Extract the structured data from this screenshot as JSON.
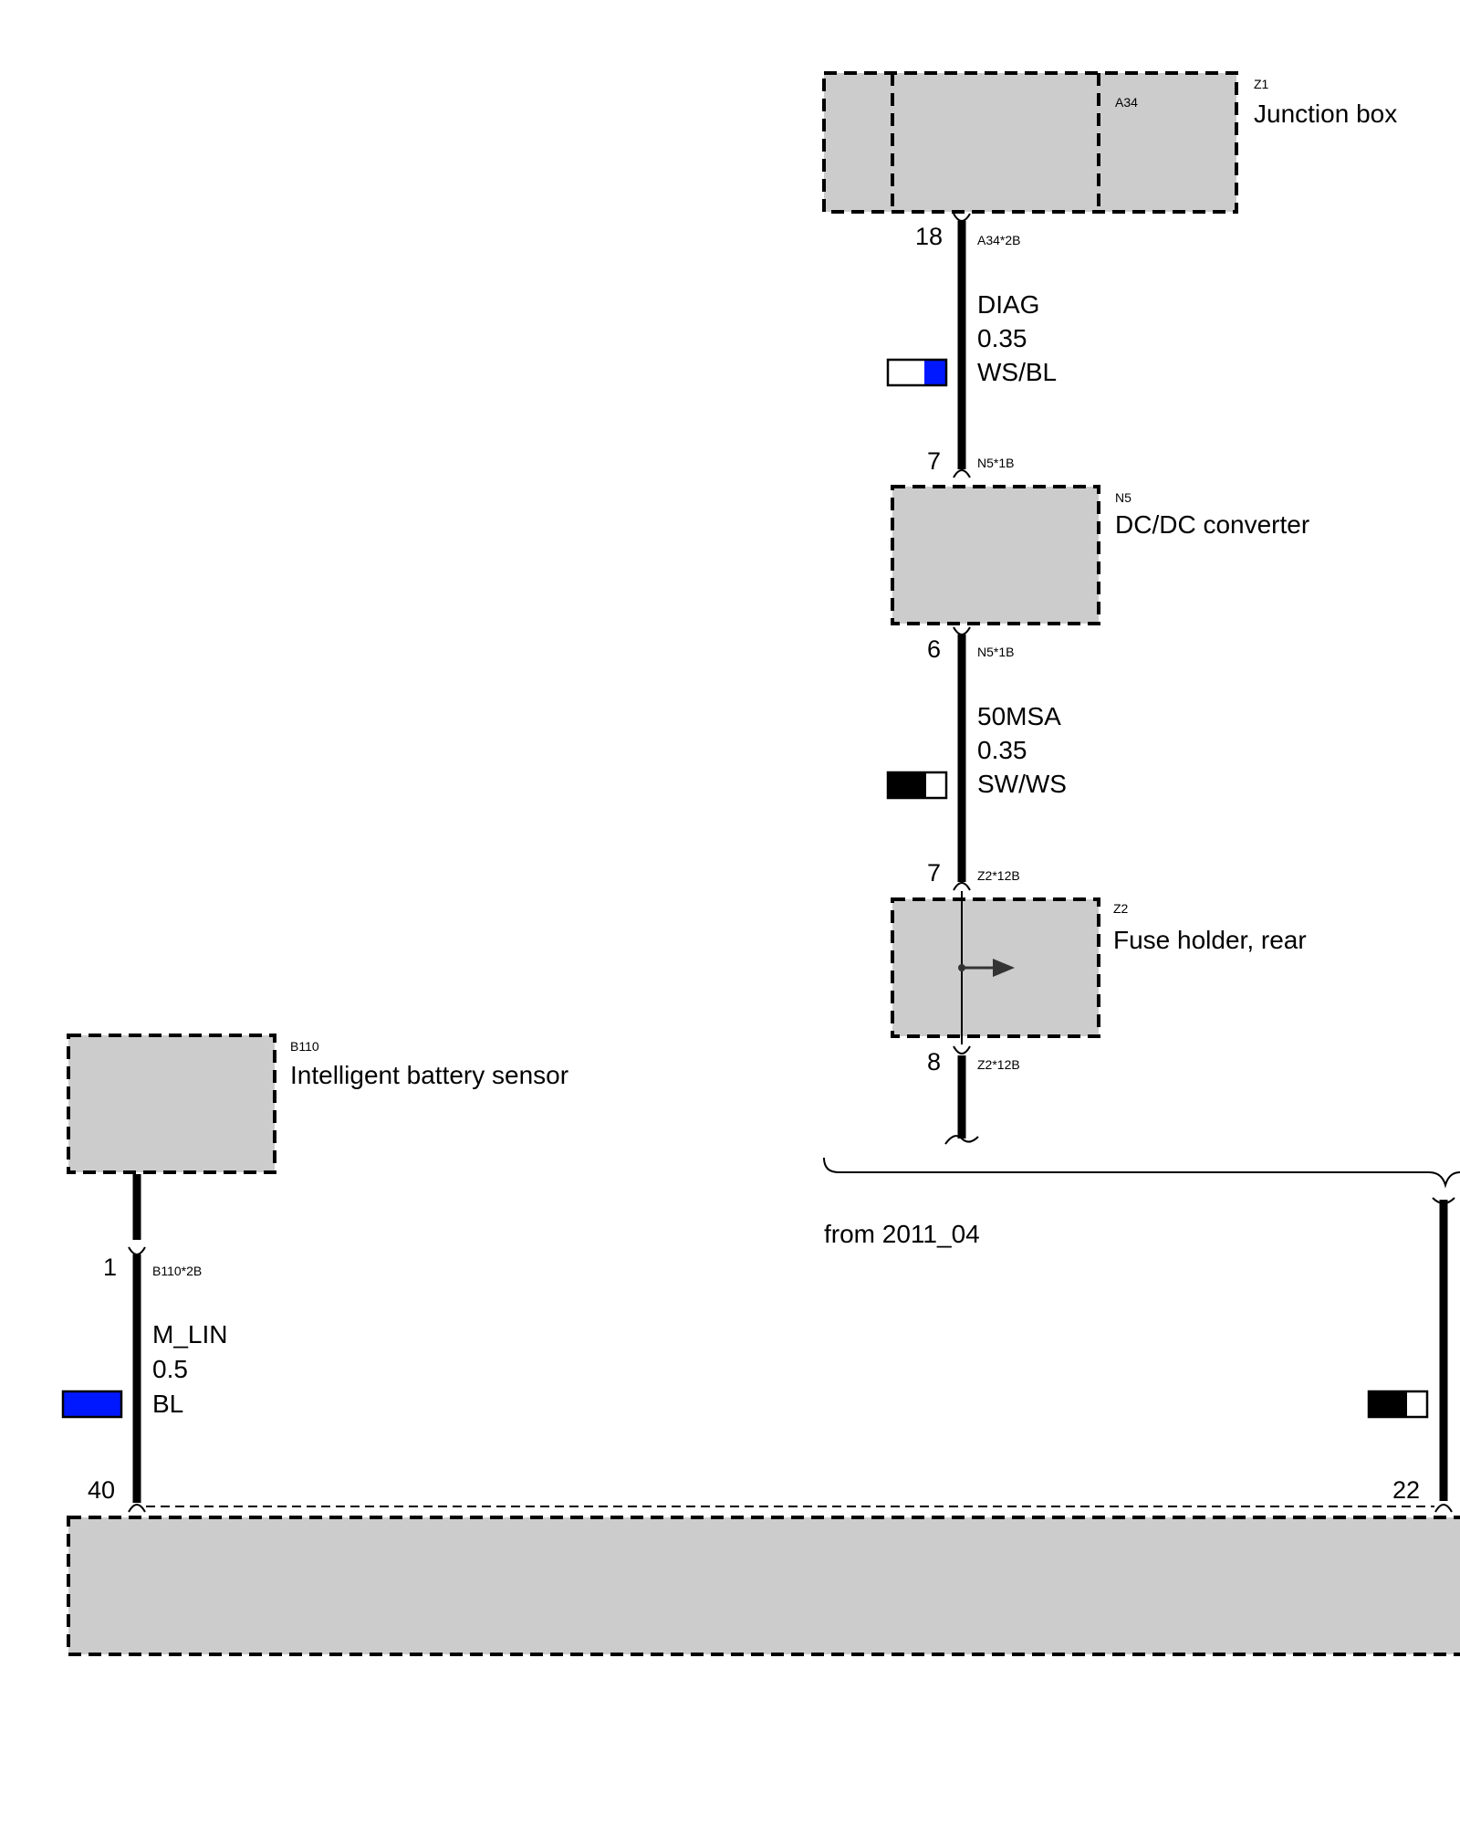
{
  "components": {
    "junction_box": {
      "id": "Z1",
      "sub_id": "A34",
      "name": "Junction box"
    },
    "dcdc": {
      "id": "N5",
      "name": "DC/DC converter"
    },
    "fuse_holder": {
      "id": "Z2",
      "name": "Fuse holder, rear"
    },
    "battery_sensor": {
      "id": "B110",
      "name": "Intelligent battery sensor"
    }
  },
  "wires": {
    "diag": {
      "top_pin": "18",
      "top_conn": "A34*2B",
      "signal": "DIAG",
      "gauge": "0.35",
      "color": "WS/BL",
      "bottom_pin": "7",
      "bottom_conn": "N5*1B",
      "swatch": [
        "#ffffff",
        "#0018ff"
      ]
    },
    "msa": {
      "top_pin": "6",
      "top_conn": "N5*1B",
      "signal": "50MSA",
      "gauge": "0.35",
      "color": "SW/WS",
      "bottom_pin": "7",
      "bottom_conn": "Z2*12B",
      "swatch": [
        "#000000",
        "#ffffff"
      ]
    },
    "fuse_out": {
      "pin": "8",
      "conn": "Z2*12B"
    },
    "mlin": {
      "top_pin": "1",
      "top_conn": "B110*2B",
      "signal": "M_LIN",
      "gauge": "0.5",
      "color": "BL",
      "bottom_pin": "40",
      "swatch": [
        "#0018ff"
      ]
    },
    "right": {
      "bottom_pin": "22",
      "swatch": [
        "#000000",
        "#ffffff"
      ]
    }
  },
  "notes": {
    "variant": "from 2011_04"
  }
}
